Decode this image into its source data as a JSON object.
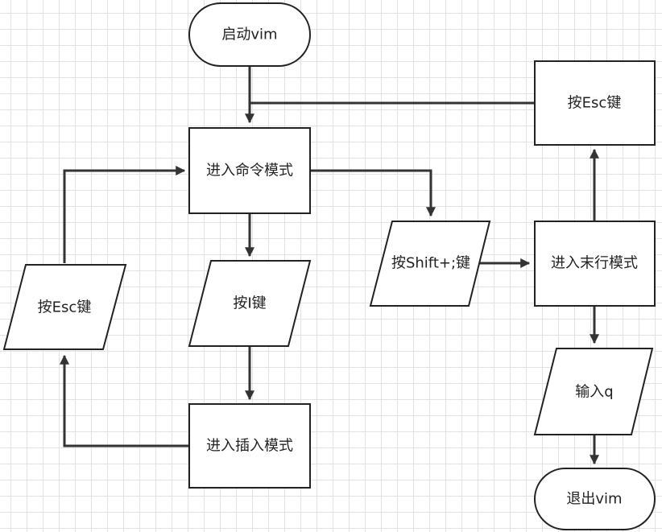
{
  "nodes": {
    "start": "启动vim",
    "command_mode": "进入命令模式",
    "press_i": "按I键",
    "insert_mode": "进入插入模式",
    "press_esc_left": "按Esc键",
    "press_shift_colon": "按Shift+;键",
    "last_line_mode": "进入末行模式",
    "press_esc_right": "按Esc键",
    "input_q": "输入q",
    "quit": "退出vim"
  },
  "colors": {
    "edge": "#333333",
    "border": "#222222",
    "grid": "#e3e3e3"
  }
}
